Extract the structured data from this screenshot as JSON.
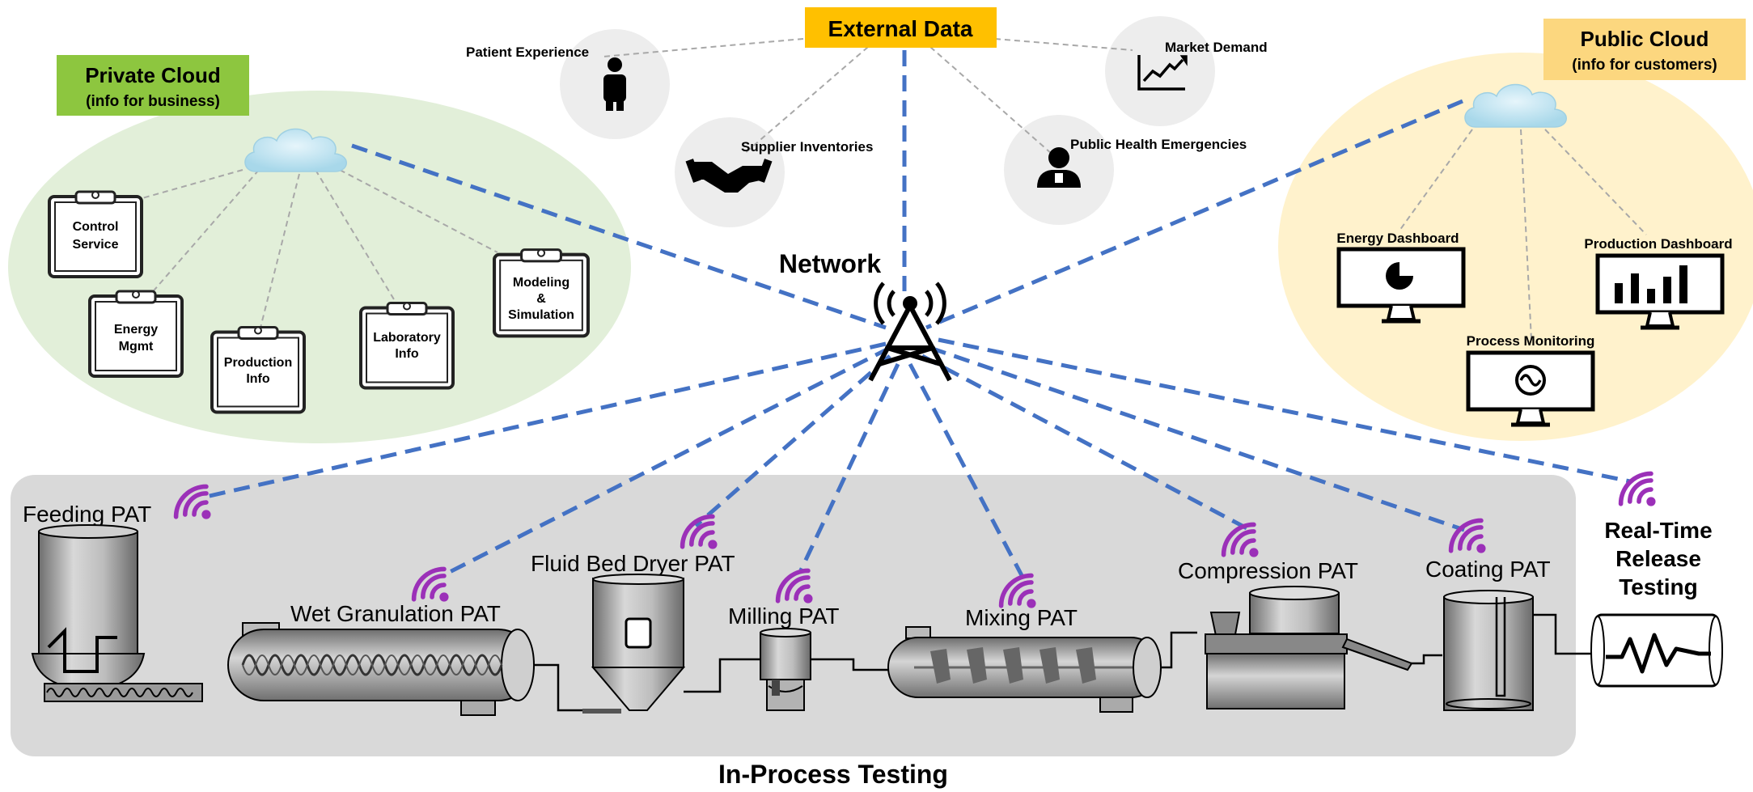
{
  "external_data": {
    "title": "External Data",
    "sources": [
      {
        "label": "Patient Experience",
        "icon": "person-icon"
      },
      {
        "label": "Supplier Inventories",
        "icon": "handshake-icon"
      },
      {
        "label": "Public Health Emergencies",
        "icon": "doctor-icon"
      },
      {
        "label": "Market Demand",
        "icon": "chart-icon"
      }
    ]
  },
  "private_cloud": {
    "title": "Private Cloud",
    "subtitle": "(info for business)",
    "color": "#8dc63f",
    "items": [
      {
        "line1": "Control",
        "line2": "Service",
        "line3": ""
      },
      {
        "line1": "Energy",
        "line2": "Mgmt",
        "line3": ""
      },
      {
        "line1": "Production",
        "line2": "Info",
        "line3": ""
      },
      {
        "line1": "Laboratory",
        "line2": "Info",
        "line3": ""
      },
      {
        "line1": "Modeling",
        "line2": "&",
        "line3": "Simulation"
      }
    ]
  },
  "public_cloud": {
    "title": "Public Cloud",
    "subtitle": "(info for customers)",
    "color": "#fcd77f",
    "dashboards": [
      {
        "label": "Energy Dashboard",
        "icon": "pie-chart-icon"
      },
      {
        "label": "Production Dashboard",
        "icon": "bar-chart-icon"
      },
      {
        "label": "Process Monitoring",
        "icon": "sine-wave-icon"
      }
    ]
  },
  "network": {
    "label": "Network"
  },
  "process": {
    "title": "In-Process Testing",
    "stages": [
      "Feeding PAT",
      "Wet Granulation PAT",
      "Fluid Bed Dryer PAT",
      "Milling PAT",
      "Mixing PAT",
      "Compression PAT",
      "Coating PAT"
    ],
    "rtrt": {
      "line1": "Real-Time",
      "line2": "Release",
      "line3": "Testing"
    }
  },
  "colors": {
    "network_link": "#4472c4",
    "wifi": "#9b30b8",
    "process_bg": "#d9d9d9",
    "external_box": "#ffc000"
  }
}
